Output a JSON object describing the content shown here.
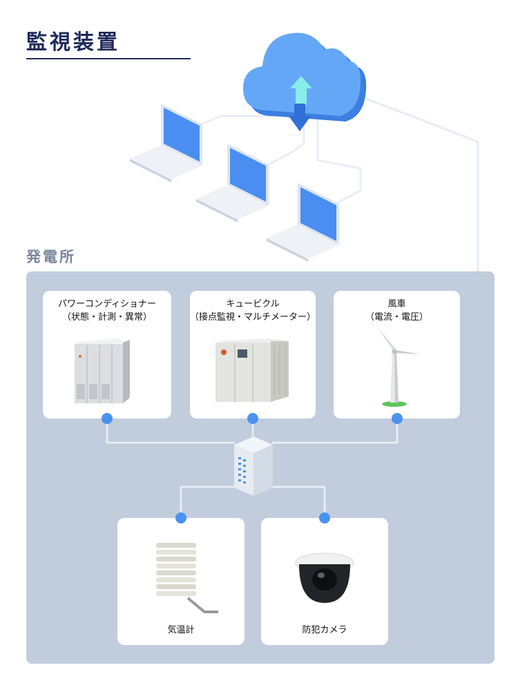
{
  "header": {
    "title": "監視装置"
  },
  "plant": {
    "label": "発電所"
  },
  "devices": {
    "pcs": {
      "line1": "パワーコンディショナー",
      "line2": "（状態・計測・異常）"
    },
    "cubicle": {
      "line1": "キュービクル",
      "line2": "（接点監視・マルチメーター）"
    },
    "wind": {
      "line1": "風車",
      "line2": "（電流・電圧）"
    },
    "thermo": {
      "line1": "気温計"
    },
    "camera": {
      "line1": "防犯カメラ"
    }
  },
  "colors": {
    "title": "#1e2a5a",
    "cloud": "#5c9ff5",
    "screen": "#4a8ef2",
    "panel": "#c1ccdd",
    "node": "#4a92f0",
    "line": "#e6edf6"
  }
}
